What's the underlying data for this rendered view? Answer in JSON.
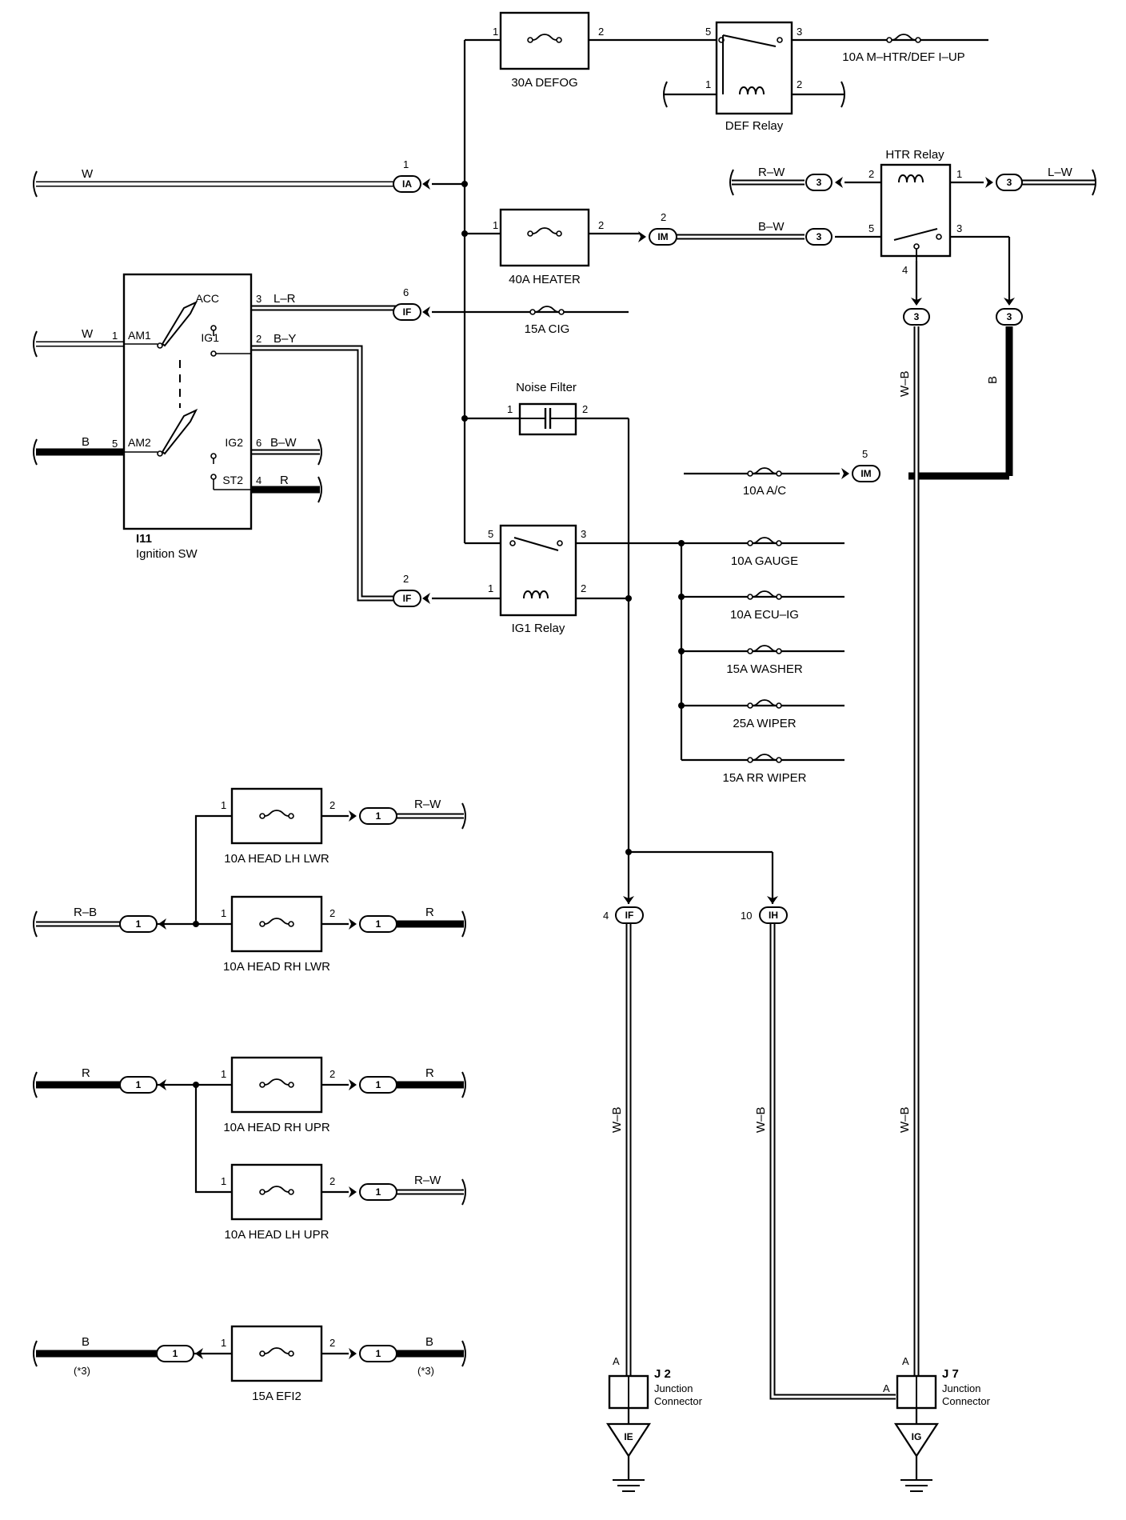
{
  "fuses": {
    "defog": "30A DEFOG",
    "heater": "40A HEATER",
    "cig": "15A CIG",
    "a_c": "10A A/C",
    "m_htr": "10A M–HTR/DEF I–UP",
    "gauge": "10A GAUGE",
    "ecu_ig": "10A ECU–IG",
    "washer": "15A WASHER",
    "wiper": "25A WIPER",
    "rr_wiper": "15A RR WIPER",
    "head_lh_lwr": "10A HEAD LH LWR",
    "head_rh_lwr": "10A HEAD RH LWR",
    "head_rh_upr": "10A HEAD RH UPR",
    "head_lh_upr": "10A HEAD LH UPR",
    "efi2": "15A EFI2"
  },
  "relays": {
    "def": "DEF Relay",
    "htr": "HTR Relay",
    "ig1": "IG1 Relay",
    "noise_filter": "Noise Filter"
  },
  "ignition_sw": {
    "code": "I11",
    "name": "Ignition SW",
    "terminals": [
      "ACC",
      "IG1",
      "AM1",
      "AM2",
      "IG2",
      "ST2"
    ]
  },
  "wires": {
    "w": "W",
    "b": "B",
    "l_r": "L–R",
    "b_y": "B–Y",
    "b_w": "B–W",
    "r": "R",
    "r_w": "R–W",
    "l_w": "L–W",
    "r_b": "R–B",
    "w_b": "W–B",
    "note3": "(*3)"
  },
  "connectors": {
    "ia": "IA",
    "if": "IF",
    "im": "IM",
    "ih": "IH",
    "three": "3",
    "one": "1"
  },
  "junctions": {
    "j2_code": "J 2",
    "j7_code": "J 7",
    "line1": "Junction",
    "line2": "Connector",
    "pin_a": "A",
    "ground_ie": "IE",
    "ground_ig": "IG"
  },
  "pins": {
    "p1": "1",
    "p2": "2",
    "p3": "3",
    "p4": "4",
    "p5": "5",
    "p6": "6",
    "p10": "10"
  }
}
